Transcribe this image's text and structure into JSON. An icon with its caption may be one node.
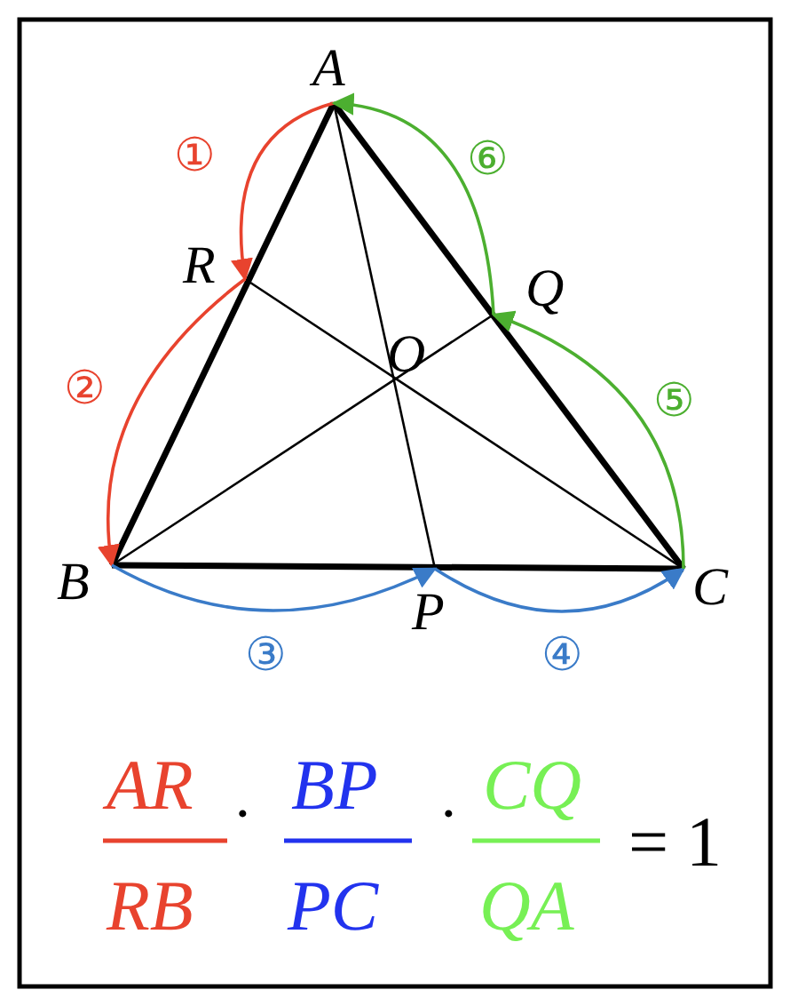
{
  "diagram": {
    "nodes": [
      {
        "text": [
          "A"
        ]
      },
      {
        "text": [
          "B"
        ]
      },
      {
        "text": [
          "C"
        ]
      },
      {
        "text": [
          "P"
        ]
      },
      {
        "text": [
          "Q"
        ]
      },
      {
        "text": [
          "R"
        ]
      }
    ],
    "edges": [
      {
        "from": 0,
        "to": 1,
        "arrow": "none",
        "style": "thick"
      },
      {
        "from": 1,
        "to": 2,
        "arrow": "none",
        "style": "thick"
      },
      {
        "from": 2,
        "to": 0,
        "arrow": "none",
        "style": "thick"
      },
      {
        "from": 0,
        "to": 3,
        "arrow": "none"
      },
      {
        "from": 1,
        "to": 4,
        "arrow": "none"
      },
      {
        "from": 2,
        "to": 5,
        "arrow": "none"
      },
      {
        "from": 0,
        "to": 5,
        "arrow": "to",
        "label": "①",
        "color": "#e8432e"
      },
      {
        "from": 5,
        "to": 1,
        "arrow": "to",
        "label": "②",
        "color": "#e8432e"
      },
      {
        "from": 1,
        "to": 3,
        "arrow": "to",
        "label": "③",
        "color": "#3a7bc8"
      },
      {
        "from": 3,
        "to": 2,
        "arrow": "to",
        "label": "④",
        "color": "#3a7bc8"
      },
      {
        "from": 2,
        "to": 4,
        "arrow": "to",
        "label": "⑤",
        "color": "#4caf30"
      },
      {
        "from": 4,
        "to": 0,
        "arrow": "to",
        "label": "⑥",
        "color": "#4caf30"
      }
    ],
    "labels": [
      "O",
      "AR",
      "RB",
      "·",
      "BP",
      "PC",
      "·",
      "CQ",
      "QA",
      "= 1"
    ]
  }
}
